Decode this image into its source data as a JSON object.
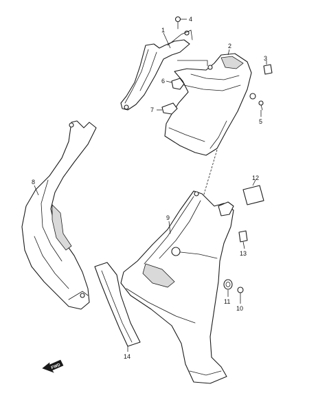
{
  "diagram": {
    "callouts": [
      {
        "id": "p1",
        "label": "1"
      },
      {
        "id": "p2",
        "label": "2"
      },
      {
        "id": "p3",
        "label": "3"
      },
      {
        "id": "p4",
        "label": "4"
      },
      {
        "id": "p5",
        "label": "5"
      },
      {
        "id": "p6",
        "label": "6"
      },
      {
        "id": "p7",
        "label": "7"
      },
      {
        "id": "p8",
        "label": "8"
      },
      {
        "id": "p9",
        "label": "9"
      },
      {
        "id": "p10",
        "label": "10"
      },
      {
        "id": "p11",
        "label": "11"
      },
      {
        "id": "p12",
        "label": "12"
      },
      {
        "id": "p13",
        "label": "13"
      },
      {
        "id": "p14",
        "label": "14"
      }
    ],
    "direction_arrow": {
      "label": "FWD",
      "icon": "forward-arrow-icon"
    },
    "colors": {
      "line": "#1a1a1a",
      "fill": "#ffffff",
      "shade": "#d9d9d9"
    }
  }
}
